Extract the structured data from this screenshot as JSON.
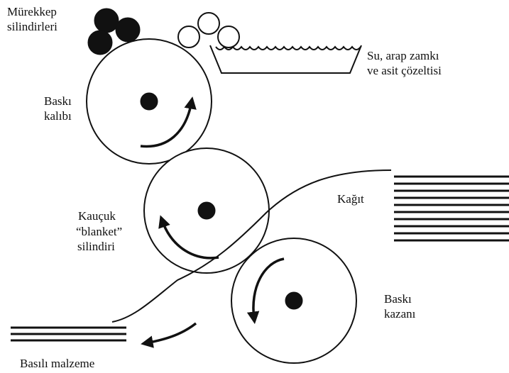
{
  "labels": {
    "ink_rollers_line1": "Mürekkep",
    "ink_rollers_line2": "silindirleri",
    "solution_line1": "Su, arap zamkı",
    "solution_line2": "ve asit çözeltisi",
    "plate_line1": "Baskı",
    "plate_line2": "kalıbı",
    "blanket_line1": "Kauçuk",
    "blanket_line2": "“blanket”",
    "blanket_line3": "silindiri",
    "paper": "Kağıt",
    "impression_line1": "Baskı",
    "impression_line2": "kazanı",
    "printed": "Basılı malzeme"
  },
  "colors": {
    "ink": "#111111",
    "paper_bg": "#ffffff"
  }
}
